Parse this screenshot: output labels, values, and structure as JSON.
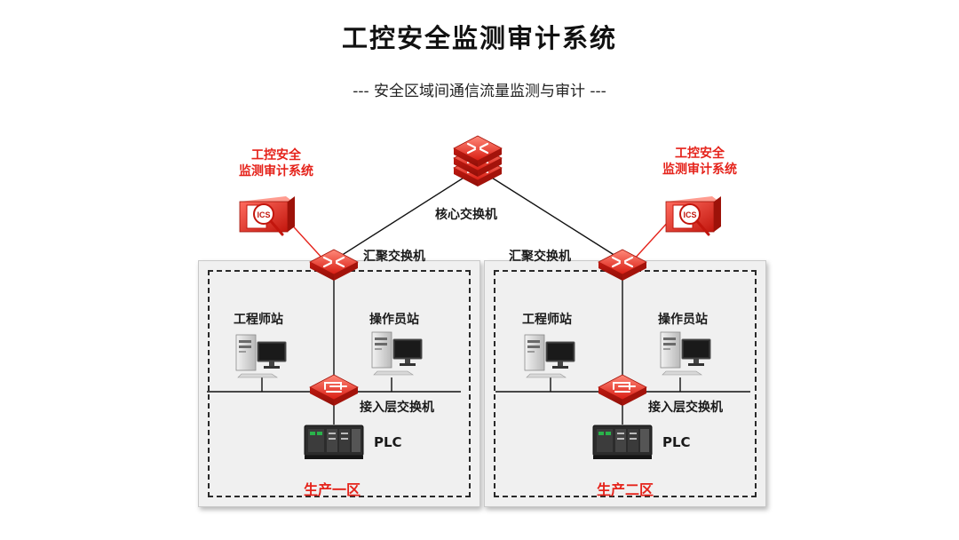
{
  "title": "工控安全监测审计系统",
  "subtitle": "--- 安全区域间通信流量监测与审计 ---",
  "core_switch": {
    "label": "核心交换机"
  },
  "audit_left": {
    "line1": "工控安全",
    "line2": "监测审计系统",
    "badge": "ICS"
  },
  "audit_right": {
    "line1": "工控安全",
    "line2": "监测审计系统",
    "badge": "ICS"
  },
  "zone1": {
    "name": "生产一区",
    "agg_switch": "汇聚交换机",
    "engineer_station": "工程师站",
    "operator_station": "操作员站",
    "access_switch": "接入层交换机",
    "plc": "PLC"
  },
  "zone2": {
    "name": "生产二区",
    "agg_switch": "汇聚交换机",
    "engineer_station": "工程师站",
    "operator_station": "操作员站",
    "access_switch": "接入层交换机",
    "plc": "PLC"
  },
  "colors": {
    "accent_red": "#e5231b",
    "line": "#111111",
    "zone_bg": "#f0f0f0"
  }
}
